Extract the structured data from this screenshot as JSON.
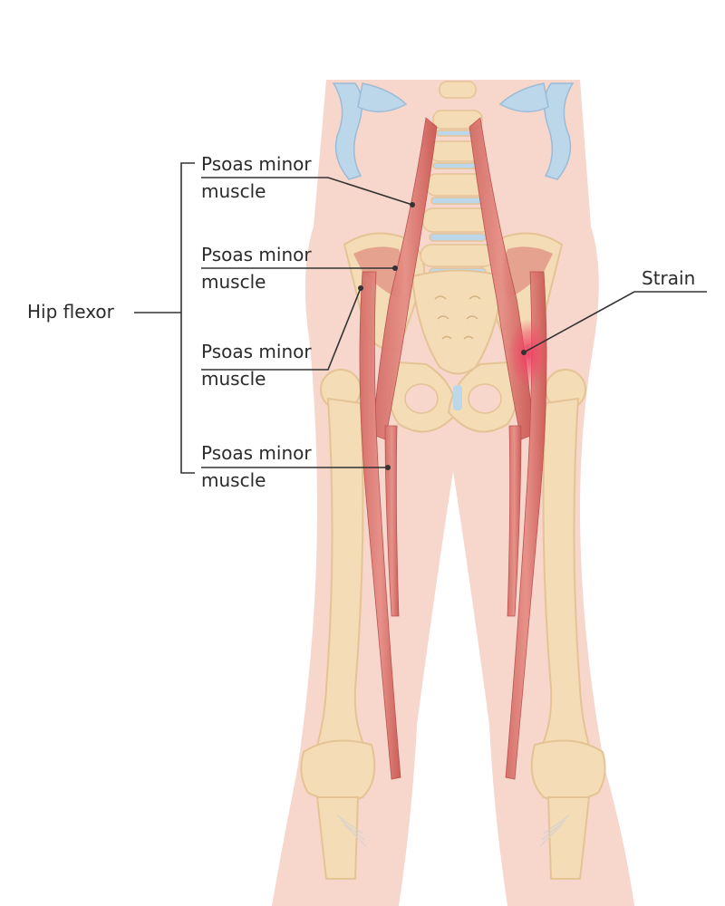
{
  "diagram": {
    "group_label": "Hip flexor",
    "labels": [
      {
        "line1": "Psoas minor",
        "line2": "muscle"
      },
      {
        "line1": "Psoas minor",
        "line2": "muscle"
      },
      {
        "line1": "Psoas minor",
        "line2": "muscle"
      },
      {
        "line1": "Psoas minor",
        "line2": "muscle"
      }
    ],
    "strain_label": "Strain",
    "colors": {
      "skin": "#f7d6cc",
      "bone": "#f3dcb6",
      "bone_outline": "#e4c495",
      "cartilage": "#bcd7ea",
      "muscle": "#d9736d",
      "muscle_dark": "#c9544f",
      "strain": "#ef4f6a",
      "leader_line": "#333333"
    }
  }
}
